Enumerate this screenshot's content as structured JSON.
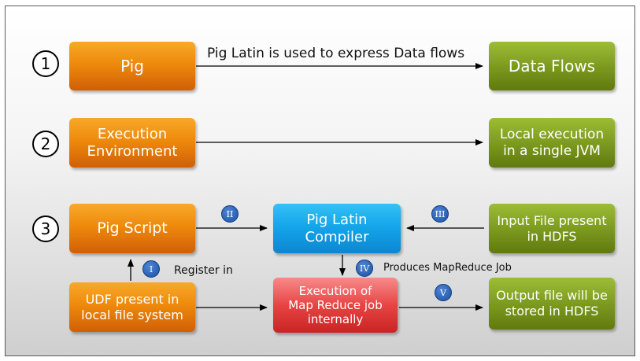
{
  "steps": [
    "1",
    "2",
    "3"
  ],
  "boxes": {
    "pig": "Pig",
    "data_flows": "Data Flows",
    "exec_env": "Execution\nEnvironment",
    "local_exec": "Local execution\nin a single JVM",
    "pig_script": "Pig Script",
    "compiler": "Pig Latin\nCompiler",
    "input_file": "Input File present\nin HDFS",
    "udf": "UDF present in\nlocal file system",
    "execution": "Execution of\nMap Reduce job\ninternally",
    "output_file": "Output file will be\nstored in HDFS"
  },
  "edge_labels": {
    "pig_to_flows": "Pig Latin is used to express Data flows",
    "register": "Register in",
    "produces": "Produces MapReduce Job"
  },
  "markers": {
    "I": "I",
    "II": "II",
    "III": "III",
    "IV": "IV",
    "V": "V"
  },
  "colors": {
    "orange": "#ee8a0c",
    "green": "#7d9b1f",
    "blue": "#12a3e8",
    "red": "#e84444"
  }
}
